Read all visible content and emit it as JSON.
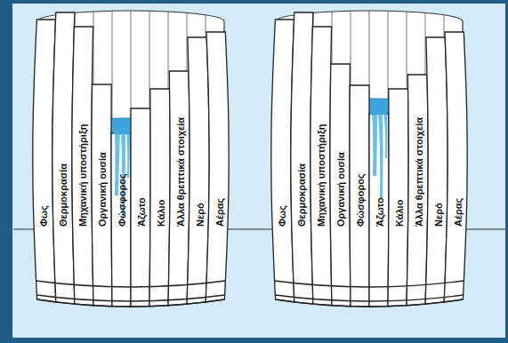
{
  "diagram": {
    "labels": [
      "Φως",
      "Θερμοκρασία",
      "Μηχανική υποστήριξη",
      "Οργανική ουσία",
      "Φώσφορος",
      "Άζωτο",
      "Κάλιο",
      "Άλλα θρεπτικά στοιχεία",
      "Νερό",
      "Αέρας",
      "Φως",
      "Θερμοκρασία",
      "Μηχανική υποστήριξη",
      "Οργανική ουσία",
      "Φώσφορος",
      "Άζωτο",
      "Κάλιο",
      "Άλλα θρεπτικά στοιχεία",
      "Νερό",
      "Αέρας"
    ]
  }
}
